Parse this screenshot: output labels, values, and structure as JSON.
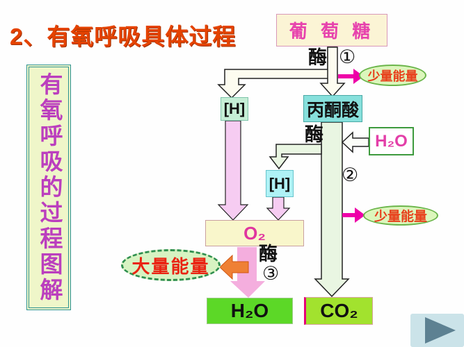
{
  "title": "2、有氧呼吸具体过程",
  "sidebar": {
    "text": "有氧呼吸的过程图解"
  },
  "nodes": {
    "glucose": "葡 萄 糖",
    "h_first": "[H]",
    "pyruvate": "丙酮酸",
    "water_in": "H₂O",
    "h_second": "[H]",
    "oxygen": "O₂",
    "water_out": "H₂O",
    "co2": "CO₂"
  },
  "labels": {
    "enzyme_1": "酶",
    "step_1": "①",
    "enzyme_2": "酶",
    "step_2": "②",
    "enzyme_3": "酶",
    "step_3": "③"
  },
  "energy": {
    "small_1": "少量能量",
    "small_2": "少量能量",
    "large": "大量能量"
  },
  "colors": {
    "title_red": "#e54301",
    "sidebar_text": "#bb3fbe",
    "glucose_text": "#e743ad",
    "cyan_box": "#87e0dc",
    "energy_text": "#e8401c",
    "magenta_arrow": "#ee00a8",
    "orange_arrow": "#ef8035",
    "pink_arrow": "#f4aede",
    "green_product": "#5cd827",
    "co2_product": "#a2e22e"
  }
}
